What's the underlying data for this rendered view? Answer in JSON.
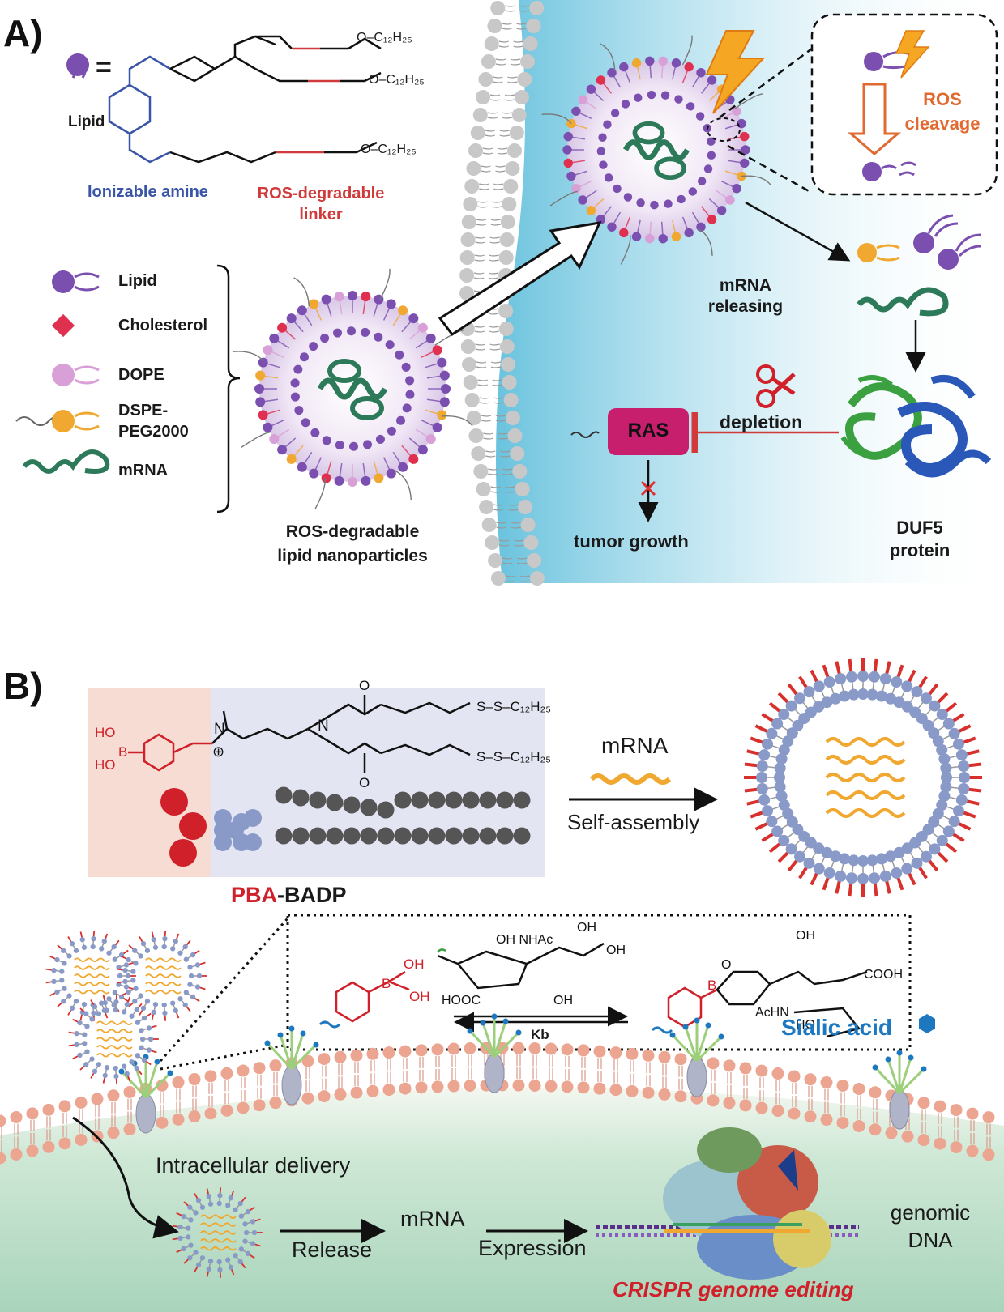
{
  "panel_a": {
    "label": "A)",
    "equals": "=",
    "lipid_word": "Lipid",
    "alkyl": "O–C₁₂H₂₅",
    "ionizable_amine": "Ionizable amine",
    "ros_linker_line1": "ROS-degradable",
    "ros_linker_line2": "linker",
    "legend": {
      "lipid": "Lipid",
      "cholesterol": "Cholesterol",
      "dope": "DOPE",
      "dspe_line1": "DSPE-",
      "dspe_line2": "PEG2000",
      "mrna": "mRNA"
    },
    "nanoparticle_line1": "ROS-degradable",
    "nanoparticle_line2": "lipid nanoparticles",
    "ros_cleavage_line1": "ROS",
    "ros_cleavage_line2": "cleavage",
    "mrna_releasing_line1": "mRNA",
    "mrna_releasing_line2": "releasing",
    "ras": "RAS",
    "depletion": "depletion",
    "tumor_growth": "tumor growth",
    "duf5_line1": "DUF5",
    "duf5_line2": "protein"
  },
  "panel_b": {
    "label": "B)",
    "pba": "PBA",
    "badp": "-BADP",
    "mrna_top": "mRNA",
    "self_assembly": "Self-assembly",
    "kb": "Kb",
    "sialic_acid": "Sialic acid",
    "intracellular_delivery": "Intracellular delivery",
    "release": "Release",
    "mrna_bottom": "mRNA",
    "expression": "Expression",
    "genomic_line1": "genomic",
    "genomic_line2": "DNA",
    "crispr": "CRISPR genome editing"
  },
  "colors": {
    "lipid_purple": "#7b4fb0",
    "dspe_orange": "#f0a830",
    "cholesterol_red": "#e03050",
    "dope_pink": "#d9a0d8",
    "mrna_green": "#2d7a5a",
    "ras_magenta": "#c81e6e",
    "ionizable_blue": "#3a55a8",
    "linker_red": "#d03a3a",
    "pba_red": "#d0202a",
    "sialic_blue": "#1e78c0",
    "bead_blue": "#8a9ac8",
    "bead_grey": "#555555"
  }
}
